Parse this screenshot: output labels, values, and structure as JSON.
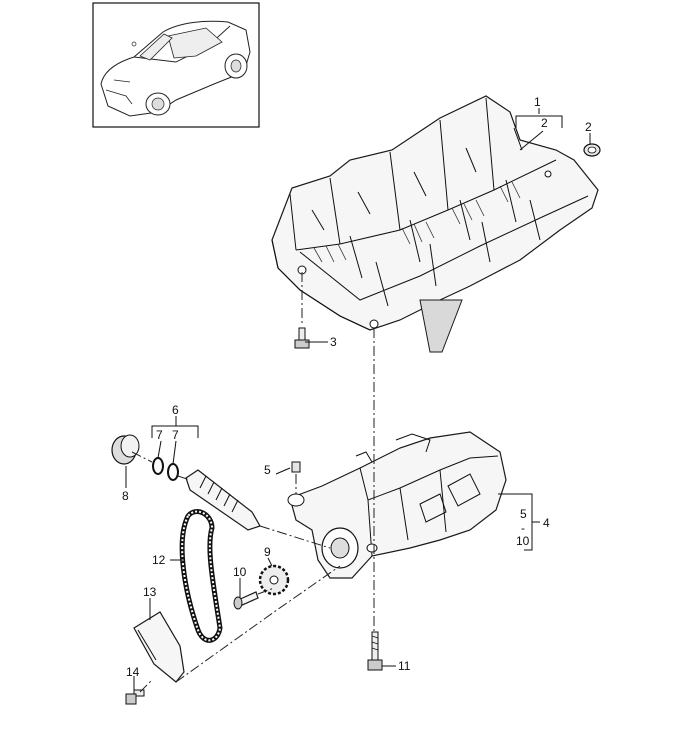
{
  "callouts": [
    {
      "id": "c1",
      "text": "1"
    },
    {
      "id": "c2a",
      "text": "2"
    },
    {
      "id": "c2b",
      "text": "2"
    },
    {
      "id": "c3",
      "text": "3"
    },
    {
      "id": "c4",
      "text": "4"
    },
    {
      "id": "c5a",
      "text": "5"
    },
    {
      "id": "c5b",
      "text": "5"
    },
    {
      "id": "cdash",
      "text": "-"
    },
    {
      "id": "c10a",
      "text": "10"
    },
    {
      "id": "c6",
      "text": "6"
    },
    {
      "id": "c7a",
      "text": "7"
    },
    {
      "id": "c7b",
      "text": "7"
    },
    {
      "id": "c8",
      "text": "8"
    },
    {
      "id": "c9",
      "text": "9"
    },
    {
      "id": "c10b",
      "text": "10"
    },
    {
      "id": "c11",
      "text": "11"
    },
    {
      "id": "c12",
      "text": "12"
    },
    {
      "id": "c13",
      "text": "13"
    },
    {
      "id": "c14",
      "text": "14"
    }
  ]
}
